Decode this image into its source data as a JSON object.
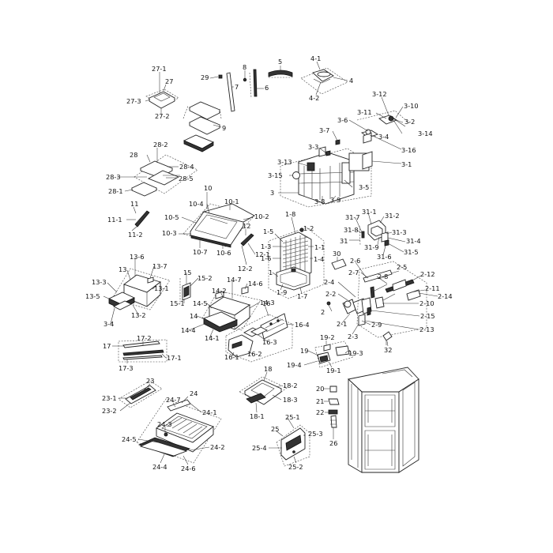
{
  "diagram": {
    "labels": [
      {
        "id": "27-1",
        "text": "27-1"
      },
      {
        "id": "27",
        "text": "27"
      },
      {
        "id": "27-3",
        "text": "27-3"
      },
      {
        "id": "27-2",
        "text": "27-2"
      },
      {
        "id": "29",
        "text": "29"
      },
      {
        "id": "8",
        "text": "8"
      },
      {
        "id": "7",
        "text": "7"
      },
      {
        "id": "6",
        "text": "6"
      },
      {
        "id": "5",
        "text": "5"
      },
      {
        "id": "4-1",
        "text": "4-1"
      },
      {
        "id": "4",
        "text": "4"
      },
      {
        "id": "4-2",
        "text": "4-2"
      },
      {
        "id": "9",
        "text": "9"
      },
      {
        "id": "3-12",
        "text": "3-12"
      },
      {
        "id": "3-10",
        "text": "3-10"
      },
      {
        "id": "3-11",
        "text": "3-11"
      },
      {
        "id": "3-2",
        "text": "3-2"
      },
      {
        "id": "3-6",
        "text": "3-6"
      },
      {
        "id": "3-14",
        "text": "3-14"
      },
      {
        "id": "3-7",
        "text": "3-7"
      },
      {
        "id": "3-4",
        "text": "3-4"
      },
      {
        "id": "3-16",
        "text": "3-16"
      },
      {
        "id": "3-3",
        "text": "3-3"
      },
      {
        "id": "3-13",
        "text": "3-13"
      },
      {
        "id": "3-1",
        "text": "3-1"
      },
      {
        "id": "3-15",
        "text": "3-15"
      },
      {
        "id": "3-5",
        "text": "3-5"
      },
      {
        "id": "3",
        "text": "3"
      },
      {
        "id": "3-8",
        "text": "3-8"
      },
      {
        "id": "3-9",
        "text": "3-9"
      },
      {
        "id": "28",
        "text": "28"
      },
      {
        "id": "28-2",
        "text": "28-2"
      },
      {
        "id": "28-4",
        "text": "28-4"
      },
      {
        "id": "28-3",
        "text": "28-3"
      },
      {
        "id": "28-5",
        "text": "28-5"
      },
      {
        "id": "28-1",
        "text": "28-1"
      },
      {
        "id": "10",
        "text": "10"
      },
      {
        "id": "10-4",
        "text": "10-4"
      },
      {
        "id": "10-1",
        "text": "10-1"
      },
      {
        "id": "10-5",
        "text": "10-5"
      },
      {
        "id": "10-2",
        "text": "10-2"
      },
      {
        "id": "10-3",
        "text": "10-3"
      },
      {
        "id": "10-7",
        "text": "10-7"
      },
      {
        "id": "10-6",
        "text": "10-6"
      },
      {
        "id": "11",
        "text": "11"
      },
      {
        "id": "11-1",
        "text": "11-1"
      },
      {
        "id": "11-2",
        "text": "11-2"
      },
      {
        "id": "12",
        "text": "12"
      },
      {
        "id": "12-1",
        "text": "12-1"
      },
      {
        "id": "12-2",
        "text": "12-2"
      },
      {
        "id": "1-8",
        "text": "1-8"
      },
      {
        "id": "1-5",
        "text": "1-5"
      },
      {
        "id": "1-2",
        "text": "1-2"
      },
      {
        "id": "1-3",
        "text": "1-3"
      },
      {
        "id": "1-1",
        "text": "1-1"
      },
      {
        "id": "1-6",
        "text": "1-6"
      },
      {
        "id": "1-4",
        "text": "1-4"
      },
      {
        "id": "1",
        "text": "1"
      },
      {
        "id": "1-9",
        "text": "1-9"
      },
      {
        "id": "1-7",
        "text": "1-7"
      },
      {
        "id": "31-7",
        "text": "31-7"
      },
      {
        "id": "31-1",
        "text": "31-1"
      },
      {
        "id": "31-2",
        "text": "31-2"
      },
      {
        "id": "31-8",
        "text": "31-8"
      },
      {
        "id": "31-3",
        "text": "31-3"
      },
      {
        "id": "31",
        "text": "31"
      },
      {
        "id": "31-4",
        "text": "31-4"
      },
      {
        "id": "31-9",
        "text": "31-9"
      },
      {
        "id": "31-5",
        "text": "31-5"
      },
      {
        "id": "31-6",
        "text": "31-6"
      },
      {
        "id": "30",
        "text": "30"
      },
      {
        "id": "2-6",
        "text": "2-6"
      },
      {
        "id": "2-5",
        "text": "2-5"
      },
      {
        "id": "2-7",
        "text": "2-7"
      },
      {
        "id": "2-12",
        "text": "2-12"
      },
      {
        "id": "2-8",
        "text": "2-8"
      },
      {
        "id": "2-4",
        "text": "2-4"
      },
      {
        "id": "2-11",
        "text": "2-11"
      },
      {
        "id": "2-14",
        "text": "2-14"
      },
      {
        "id": "2-2",
        "text": "2-2"
      },
      {
        "id": "2-10",
        "text": "2-10"
      },
      {
        "id": "2",
        "text": "2"
      },
      {
        "id": "2-15",
        "text": "2-15"
      },
      {
        "id": "2-1",
        "text": "2-1"
      },
      {
        "id": "2-9",
        "text": "2-9"
      },
      {
        "id": "2-13",
        "text": "2-13"
      },
      {
        "id": "2-3",
        "text": "2-3"
      },
      {
        "id": "32",
        "text": "32"
      },
      {
        "id": "13-6",
        "text": "13-6"
      },
      {
        "id": "13",
        "text": "13"
      },
      {
        "id": "13-7",
        "text": "13-7"
      },
      {
        "id": "13-3",
        "text": "13-3"
      },
      {
        "id": "13-1",
        "text": "13-1"
      },
      {
        "id": "13-5",
        "text": "13-5"
      },
      {
        "id": "3-4b",
        "text": "3-4"
      },
      {
        "id": "13-2",
        "text": "13-2"
      },
      {
        "id": "15",
        "text": "15"
      },
      {
        "id": "15-2",
        "text": "15-2"
      },
      {
        "id": "15-1",
        "text": "15-1"
      },
      {
        "id": "14-7",
        "text": "14-7"
      },
      {
        "id": "14-6",
        "text": "14-6"
      },
      {
        "id": "14-2",
        "text": "14-2"
      },
      {
        "id": "14-5",
        "text": "14-5"
      },
      {
        "id": "14-3",
        "text": "14-3"
      },
      {
        "id": "14",
        "text": "14"
      },
      {
        "id": "14-4",
        "text": "14-4"
      },
      {
        "id": "14-1",
        "text": "14-1"
      },
      {
        "id": "16",
        "text": "16"
      },
      {
        "id": "16-4",
        "text": "16-4"
      },
      {
        "id": "16-3",
        "text": "16-3"
      },
      {
        "id": "16-1",
        "text": "16-1"
      },
      {
        "id": "16-2",
        "text": "16-2"
      },
      {
        "id": "17",
        "text": "17"
      },
      {
        "id": "17-2",
        "text": "17-2"
      },
      {
        "id": "17-1",
        "text": "17-1"
      },
      {
        "id": "17-3",
        "text": "17-3"
      },
      {
        "id": "19",
        "text": "19"
      },
      {
        "id": "19-2",
        "text": "19-2"
      },
      {
        "id": "19-3",
        "text": "19-3"
      },
      {
        "id": "19-4",
        "text": "19-4"
      },
      {
        "id": "19-1",
        "text": "19-1"
      },
      {
        "id": "23",
        "text": "23"
      },
      {
        "id": "23-1",
        "text": "23-1"
      },
      {
        "id": "23-2",
        "text": "23-2"
      },
      {
        "id": "18",
        "text": "18"
      },
      {
        "id": "18-2",
        "text": "18-2"
      },
      {
        "id": "18-3",
        "text": "18-3"
      },
      {
        "id": "18-1",
        "text": "18-1"
      },
      {
        "id": "20",
        "text": "20"
      },
      {
        "id": "21",
        "text": "21"
      },
      {
        "id": "22",
        "text": "22"
      },
      {
        "id": "26",
        "text": "26"
      },
      {
        "id": "24",
        "text": "24"
      },
      {
        "id": "24-7",
        "text": "24-7"
      },
      {
        "id": "24-1",
        "text": "24-1"
      },
      {
        "id": "24-3",
        "text": "24-3"
      },
      {
        "id": "24-5",
        "text": "24-5"
      },
      {
        "id": "24-2",
        "text": "24-2"
      },
      {
        "id": "24-4",
        "text": "24-4"
      },
      {
        "id": "24-6",
        "text": "24-6"
      },
      {
        "id": "25",
        "text": "25"
      },
      {
        "id": "25-1",
        "text": "25-1"
      },
      {
        "id": "25-3",
        "text": "25-3"
      },
      {
        "id": "25-4",
        "text": "25-4"
      },
      {
        "id": "25-2",
        "text": "25-2"
      }
    ]
  }
}
